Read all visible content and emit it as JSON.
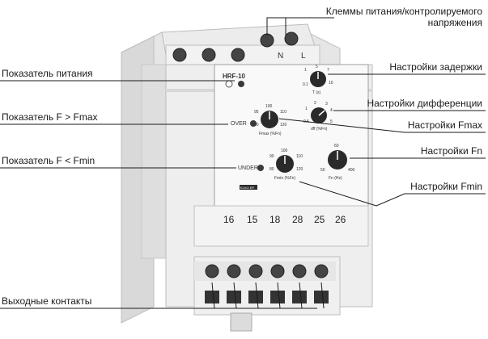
{
  "labels": {
    "terminals_top": "Клеммы питания/контролируемого напряжения",
    "power_indicator": "Показатель питания",
    "over_indicator": "Показатель F > Fmax",
    "under_indicator": "Показатель F < Fmin",
    "output_contacts": "Выходные контакты",
    "delay_setting": "Настройки задержки",
    "diff_setting": "Настройки дифференции",
    "fmax_setting": "Настройки Fmax",
    "fn_setting": "Настройки Fn",
    "fmin_setting": "Настройки Fmin"
  },
  "device": {
    "model": "HRF-10",
    "top_terminal_marks": [
      "N",
      "L"
    ],
    "led_over": "OVER",
    "led_under": "UNDER",
    "brand": "ELKO EP",
    "bottom_terminals": [
      "16",
      "15",
      "18",
      "28",
      "25",
      "26"
    ],
    "knobs": {
      "delay": {
        "caption": "T (s)",
        "scale": [
          "0.1",
          "1",
          "5",
          "7",
          "10"
        ]
      },
      "diff": {
        "caption": "dff (%Fn)",
        "scale": [
          "0.5",
          "1",
          "2",
          "3",
          "4",
          "5"
        ]
      },
      "fmax": {
        "caption": "Fmax (%Fn)",
        "scale": [
          "90",
          "95",
          "100",
          "110",
          "120"
        ]
      },
      "fn": {
        "caption": "Fn (Hz)",
        "scale": [
          "50",
          "60",
          "400"
        ]
      },
      "fmin": {
        "caption": "Fmin (%Fn)",
        "scale": [
          "80",
          "90",
          "100",
          "110",
          "120"
        ]
      }
    }
  }
}
